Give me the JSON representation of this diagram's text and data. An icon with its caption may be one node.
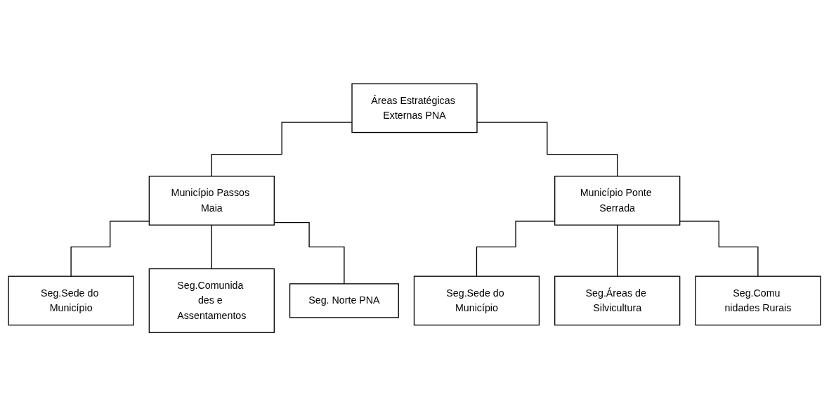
{
  "diagram": {
    "nodes": [
      {
        "text": [
          "Áreas Estratégicas Externas PNA"
        ]
      },
      {
        "text": [
          "Município Passos Maia"
        ]
      },
      {
        "text": [
          "Município Ponte Serrada"
        ]
      },
      {
        "text": [
          "Seg.Sede do Município"
        ]
      },
      {
        "text": [
          "Seg.Comunida des e Assentamentos"
        ]
      },
      {
        "text": [
          "Seg. Norte PNA"
        ]
      },
      {
        "text": [
          "Seg.Sede do Município"
        ]
      },
      {
        "text": [
          "Seg.Áreas de Silvicultura"
        ]
      },
      {
        "text": [
          "Seg.Comu nidades Rurais"
        ]
      }
    ],
    "edges": [
      {
        "from": 0,
        "to": 1,
        "arrow": "none"
      },
      {
        "from": 0,
        "to": 2,
        "arrow": "none"
      },
      {
        "from": 1,
        "to": 3,
        "arrow": "none"
      },
      {
        "from": 1,
        "to": 4,
        "arrow": "none"
      },
      {
        "from": 1,
        "to": 5,
        "arrow": "none"
      },
      {
        "from": 2,
        "to": 6,
        "arrow": "none"
      },
      {
        "from": 2,
        "to": 7,
        "arrow": "none"
      },
      {
        "from": 2,
        "to": 8,
        "arrow": "none"
      }
    ]
  }
}
